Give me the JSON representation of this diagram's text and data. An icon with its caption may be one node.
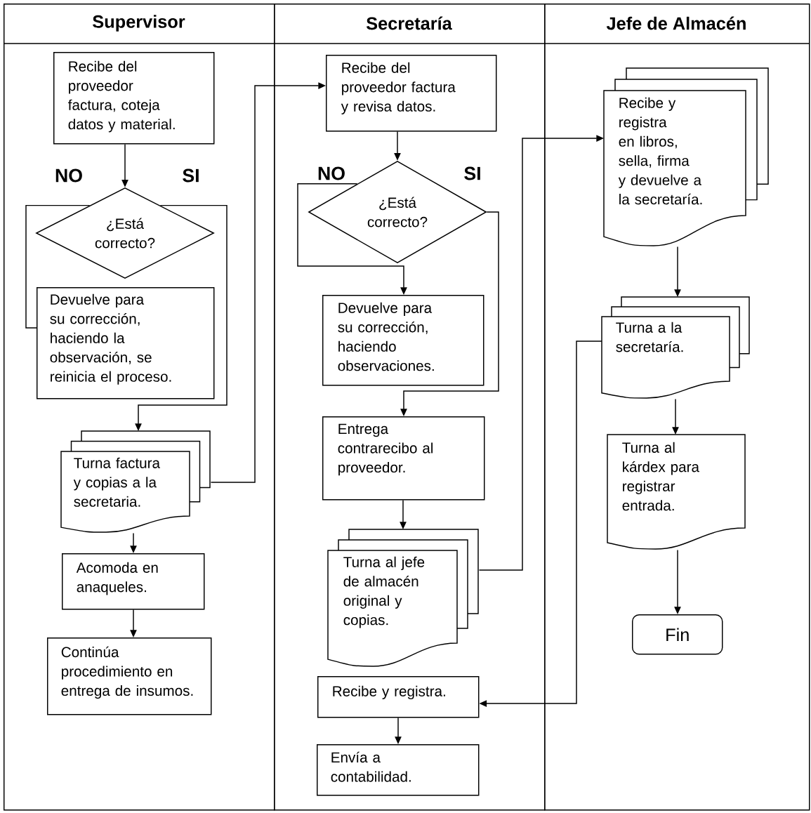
{
  "diagram": {
    "nodes": [
      {
        "text": [
          "Supervisor"
        ]
      },
      {
        "text": [
          "Secretaría"
        ]
      },
      {
        "text": [
          "Jefe de Almacén"
        ]
      },
      {
        "text": [
          "Recibe del proveedor factura, coteja datos y material."
        ],
        "in": 0
      },
      {
        "text": [
          "¿Está correcto?"
        ],
        "in": 0
      },
      {
        "text": [
          "Devuelve para su corrección, haciendo la observación, se reinicia el proceso."
        ],
        "in": 0
      },
      {
        "text": [
          "Turna factura y copias a la secretaria."
        ],
        "in": 0
      },
      {
        "text": [
          "Acomoda en anaqueles."
        ],
        "in": 0
      },
      {
        "text": [
          "Continúa procedimiento en entrega de insumos."
        ],
        "in": 0
      },
      {
        "text": [
          "Recibe del proveedor factura y revisa datos."
        ],
        "in": 1
      },
      {
        "text": [
          "¿Está correcto?"
        ],
        "in": 1
      },
      {
        "text": [
          "Devuelve para su corrección, haciendo observaciones."
        ],
        "in": 1
      },
      {
        "text": [
          "Entrega contrarecibo al proveedor."
        ],
        "in": 1
      },
      {
        "text": [
          "Turna al jefe de almacén original y copias."
        ],
        "in": 1
      },
      {
        "text": [
          "Recibe y registra."
        ],
        "in": 1
      },
      {
        "text": [
          "Envía a contabilidad."
        ],
        "in": 1
      },
      {
        "text": [
          "Recibe y registra en libros, sella, firma y devuelve a la secretaría."
        ],
        "in": 2
      },
      {
        "text": [
          "Turna a la secretaría."
        ],
        "in": 2
      },
      {
        "text": [
          "Turna al kárdex para registrar entrada."
        ],
        "in": 2
      },
      {
        "text": [
          "Fin"
        ],
        "in": 2
      }
    ],
    "edges": [
      {
        "from": 3,
        "to": 4,
        "arrow": "to"
      },
      {
        "from": 4,
        "to": 5,
        "arrow": "none"
      },
      {
        "from": 4,
        "to": 6,
        "arrow": "to"
      },
      {
        "from": 6,
        "to": 7,
        "arrow": "to"
      },
      {
        "from": 7,
        "to": 8,
        "arrow": "to"
      },
      {
        "from": 6,
        "to": 9,
        "arrow": "to"
      },
      {
        "from": 9,
        "to": 10,
        "arrow": "to"
      },
      {
        "from": 10,
        "to": 11,
        "arrow": "to"
      },
      {
        "from": 10,
        "to": 12,
        "arrow": "to"
      },
      {
        "from": 12,
        "to": 13,
        "arrow": "to"
      },
      {
        "from": 13,
        "to": 16,
        "arrow": "to"
      },
      {
        "from": 14,
        "to": 15,
        "arrow": "to"
      },
      {
        "from": 16,
        "to": 17,
        "arrow": "to"
      },
      {
        "from": 17,
        "to": 14,
        "arrow": "to"
      },
      {
        "from": 17,
        "to": 18,
        "arrow": "to"
      },
      {
        "from": 18,
        "to": 19,
        "arrow": "to"
      }
    ],
    "labels": [
      "NO",
      "SI",
      "NO",
      "SI"
    ]
  }
}
